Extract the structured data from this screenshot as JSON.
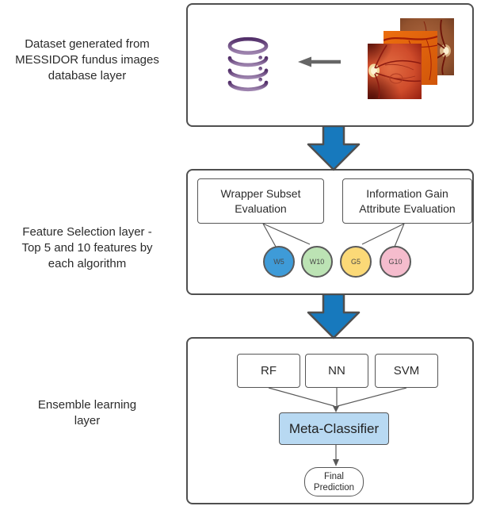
{
  "colors": {
    "flow_arrow_blue": "#1779bd",
    "outline_gray": "#4f4f4f",
    "connector_gray": "#595959",
    "ingest_arrow_gray": "#666666",
    "database_gradient_top": "#53306a",
    "database_gradient_bottom": "#9d83ae",
    "meta_classifier_fill": "#b8d9f2"
  },
  "icons": {
    "database": "database-icon",
    "ingest_arrow": "left-arrow-icon",
    "flow_arrow": "down-arrow-icon",
    "images": "fundus-image-stack"
  },
  "dataset_layer": {
    "side_label": "Dataset generated from\nMESSIDOR fundus images\ndatabase layer"
  },
  "feature_layer": {
    "side_label": "Feature Selection layer -\nTop 5 and 10 features by\neach algorithm",
    "wrapper_box_label": "Wrapper Subset\nEvaluation",
    "info_gain_box_label": "Information Gain\nAttribute Evaluation",
    "nodes": [
      {
        "label": "W5",
        "color": "#3e9bd8"
      },
      {
        "label": "W10",
        "color": "#bce3b4"
      },
      {
        "label": "G5",
        "color": "#fbd977"
      },
      {
        "label": "G10",
        "color": "#f5bccd"
      }
    ]
  },
  "ensemble_layer": {
    "side_label": "Ensemble learning\nlayer",
    "classifiers": [
      {
        "label": "RF"
      },
      {
        "label": "NN"
      },
      {
        "label": "SVM"
      }
    ],
    "meta_classifier_label": "Meta-Classifier",
    "final_prediction_label": "Final\nPrediction"
  }
}
